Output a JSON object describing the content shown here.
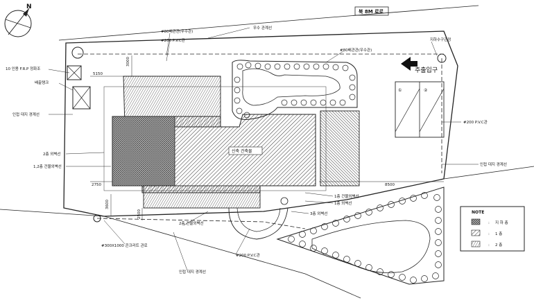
{
  "labels": {
    "road_top": "북 8M 로로",
    "rain_pipe_top": "우수 관계선",
    "water_supply": "#80배관관(우수관)",
    "pvc_top": "#200 P.V.C관",
    "water_right": "#80배관관(우수관)",
    "meter_right": "지하수구관정",
    "fiber_tank": "10 인용 F.R.P 정화조",
    "septic": "배출탱크",
    "dim_5150": "5150",
    "dim_3000": "3000",
    "boundary_left": "인접 대지 경계선",
    "second_floor_wall": "2층 외벽선",
    "first_second_line": "1,2층 건물외벽선",
    "dim_2750": "2750",
    "dim_8500": "8500",
    "dim_3600": "3600",
    "dim_2500": "2500",
    "building_name": "신축 건축물",
    "entrance": "주출입구",
    "parking_1": "①",
    "parking_2": "②",
    "pvc_right": "#200 P.V.C관",
    "boundary_right": "인접 대지 경계선",
    "first_wall_a": "1층 건물외벽선",
    "first_wall_b": "1층 외벽선",
    "third_wall": "3층 외벽선",
    "second_building_line": "2층 건물외벽선",
    "bottom_pipe": "#300X1000\n콘크리트 관로",
    "pvc_bottom": "#200 P.V.C관",
    "boundary_bottom": "인접 대지 경계선",
    "north": "N"
  },
  "note": {
    "title": "NOTE",
    "items": [
      {
        "sep": ":",
        "label": "지 하 층"
      },
      {
        "sep": ":",
        "label": "1 층"
      },
      {
        "sep": ":",
        "label": "2 층"
      }
    ]
  }
}
